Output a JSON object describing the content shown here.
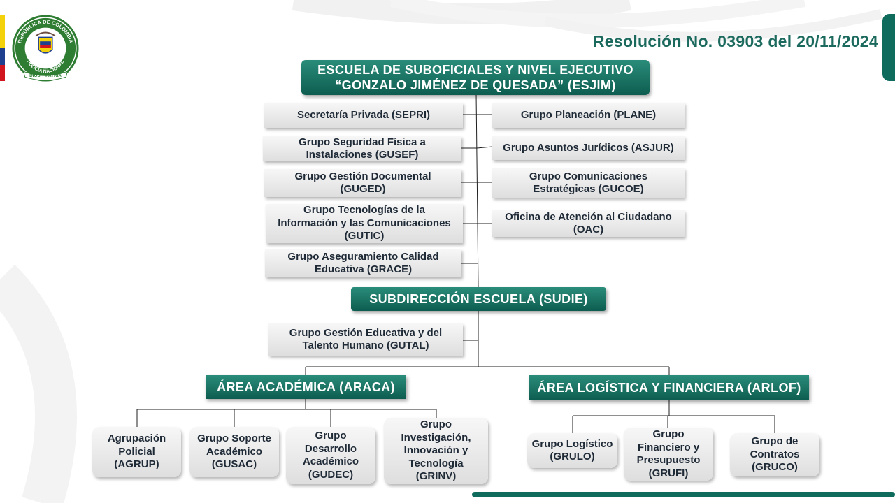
{
  "resolution": "Resolución No. 03903 del 20/11/2024",
  "colors": {
    "primary_green": "#0f6b5c",
    "box_gray": "#e6e6e6",
    "flag_yellow": "#f4d20b",
    "flag_blue": "#1f3f8f",
    "flag_red": "#d0151e"
  },
  "seal": {
    "top_text": "REPÚBLICA DE COLOMBIA",
    "middle_text": "POLICÍA NACIONAL",
    "ribbon_text": "DIOS Y PATRIA"
  },
  "header": {
    "line1": "ESCUELA DE SUBOFICIALES Y NIVEL EJECUTIVO",
    "line2": "“GONZALO JIMÉNEZ DE QUESADA” (ESJIM)"
  },
  "left_units": [
    "Secretaría Privada (SEPRI)",
    "Grupo Seguridad Física a\nInstalaciones (GUSEF)",
    "Grupo Gestión Documental\n(GUGED)",
    "Grupo Tecnologías de la\nInformación y las Comunicaciones\n(GUTIC)",
    "Grupo Aseguramiento Calidad\nEducativa (GRACE)"
  ],
  "right_units": [
    "Grupo Planeación (PLANE)",
    "Grupo Asuntos Jurídicos (ASJUR)",
    "Grupo Comunicaciones\nEstratégicas (GUCOE)",
    "Oficina de Atención al Ciudadano\n(OAC)"
  ],
  "subdireccion": "SUBDIRECCIÓN ESCUELA (SUDIE)",
  "gutal": "Grupo Gestión Educativa y del\nTalento Humano (GUTAL)",
  "areas": {
    "academic": {
      "title": "ÁREA ACADÉMICA (ARACA)",
      "units": [
        "Agrupación\nPolicial\n(AGRUP)",
        "Grupo Soporte\nAcadémico\n(GUSAC)",
        "Grupo\nDesarrollo\nAcadémico\n(GUDEC)",
        "Grupo\nInvestigación,\nInnovación y\nTecnología\n(GRINV)"
      ]
    },
    "logistics": {
      "title": "ÁREA LOGÍSTICA Y FINANCIERA (ARLOF)",
      "units": [
        "Grupo Logístico\n(GRULO)",
        "Grupo\nFinanciero y\nPresupuesto\n(GRUFI)",
        "Grupo de\nContratos\n(GRUCO)"
      ]
    }
  }
}
